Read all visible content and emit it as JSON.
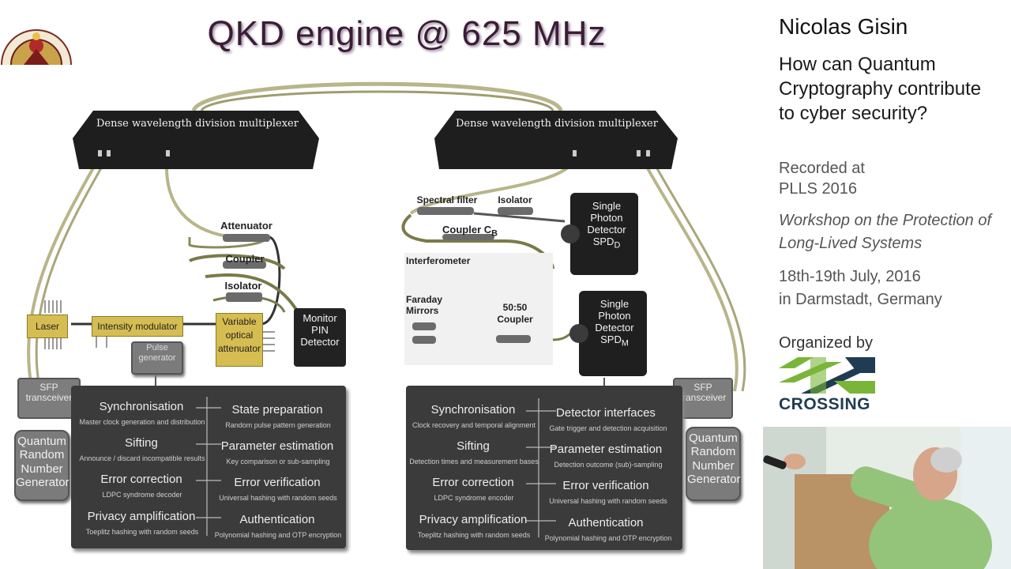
{
  "slide": {
    "title": "QKD engine  @  625 MHz",
    "left_dwdm": "Dense wavelength division multiplexer",
    "right_dwdm": "Dense wavelength division multiplexer",
    "components_left": {
      "laser": "Laser",
      "intensity_modulator": "Intensity modulator",
      "variable_attenuator": "Variable optical attenuator",
      "attenuator": "Attenuator",
      "coupler": "Coupler",
      "isolator": "Isolator",
      "monitor": "Monitor PIN Detector",
      "pulse_generator": "Pulse generator"
    },
    "components_right": {
      "spectral_filter": "Spectral filter",
      "isolator": "Isolator",
      "coupler_cb": "Coupler C",
      "coupler_cb_sub": "B",
      "interferometer": "Interferometer",
      "faraday_mirrors": "Faraday Mirrors",
      "coupler_5050": "50:50 Coupler",
      "spd_d_1": "Single Photon",
      "spd_d_2": "Detector",
      "spd_d_3": "SPD",
      "spd_d_sub": "D",
      "spd_m_1": "Single Photon",
      "spd_m_2": "Detector",
      "spd_m_3": "SPD",
      "spd_m_sub": "M"
    },
    "sfp_left": "SFP transceiver",
    "sfp_right": "SFP transceiver",
    "qrng_left": "Quantum Random Number Generator",
    "qrng_right": "Quantum Random Number Generator",
    "left_processing": [
      {
        "title": "Synchronisation",
        "sub": "Master clock generation and distribution"
      },
      {
        "title": "Sifting",
        "sub": "Announce / discard incompatible results"
      },
      {
        "title": "Error correction",
        "sub": "LDPC syndrome decoder"
      },
      {
        "title": "Privacy amplification",
        "sub": "Toeplitz hashing with random seeds"
      },
      {
        "title": "State preparation",
        "sub": "Random pulse pattern generation"
      },
      {
        "title": "Parameter estimation",
        "sub": "Key comparison or sub-sampling"
      },
      {
        "title": "Error verification",
        "sub": "Universal hashing with random seeds"
      },
      {
        "title": "Authentication",
        "sub": "Polynomial hashing and OTP encryption"
      }
    ],
    "right_processing": [
      {
        "title": "Synchronisation",
        "sub": "Clock recovery and temporal alignment"
      },
      {
        "title": "Sifting",
        "sub": "Detection times and measurement bases"
      },
      {
        "title": "Error correction",
        "sub": "LDPC syndrome encoder"
      },
      {
        "title": "Privacy amplification",
        "sub": "Toeplitz hashing with random seeds"
      },
      {
        "title": "Detector interfaces",
        "sub": "Gate trigger and detection acquisition"
      },
      {
        "title": "Parameter estimation",
        "sub": "Detection outcome (sub)-sampling"
      },
      {
        "title": "Error verification",
        "sub": "Universal hashing with random seeds"
      },
      {
        "title": "Authentication",
        "sub": "Polynomial hashing and OTP encryption"
      }
    ]
  },
  "sidebar": {
    "speaker": "Nicolas Gisin",
    "talk_title": "How can Quantum Cryptography contribute to cyber security?",
    "recorded_line1": "Recorded at",
    "recorded_line2": "PLLS 2016",
    "workshop": "Workshop on the  Protection of Long-Lived Systems",
    "dates_line1": "18th-19th July, 2016",
    "dates_line2": "in Darmstadt, Germany",
    "organized_by": "Organized by",
    "logo_text": "CROSSING"
  },
  "colors": {
    "title": "#3a1d34",
    "dark_box": "#3b3b3b",
    "fiber": "#b8b58a",
    "component_yellow": "#d6bd51",
    "logo_green": "#7ab53a",
    "logo_blue": "#1f3c52"
  }
}
